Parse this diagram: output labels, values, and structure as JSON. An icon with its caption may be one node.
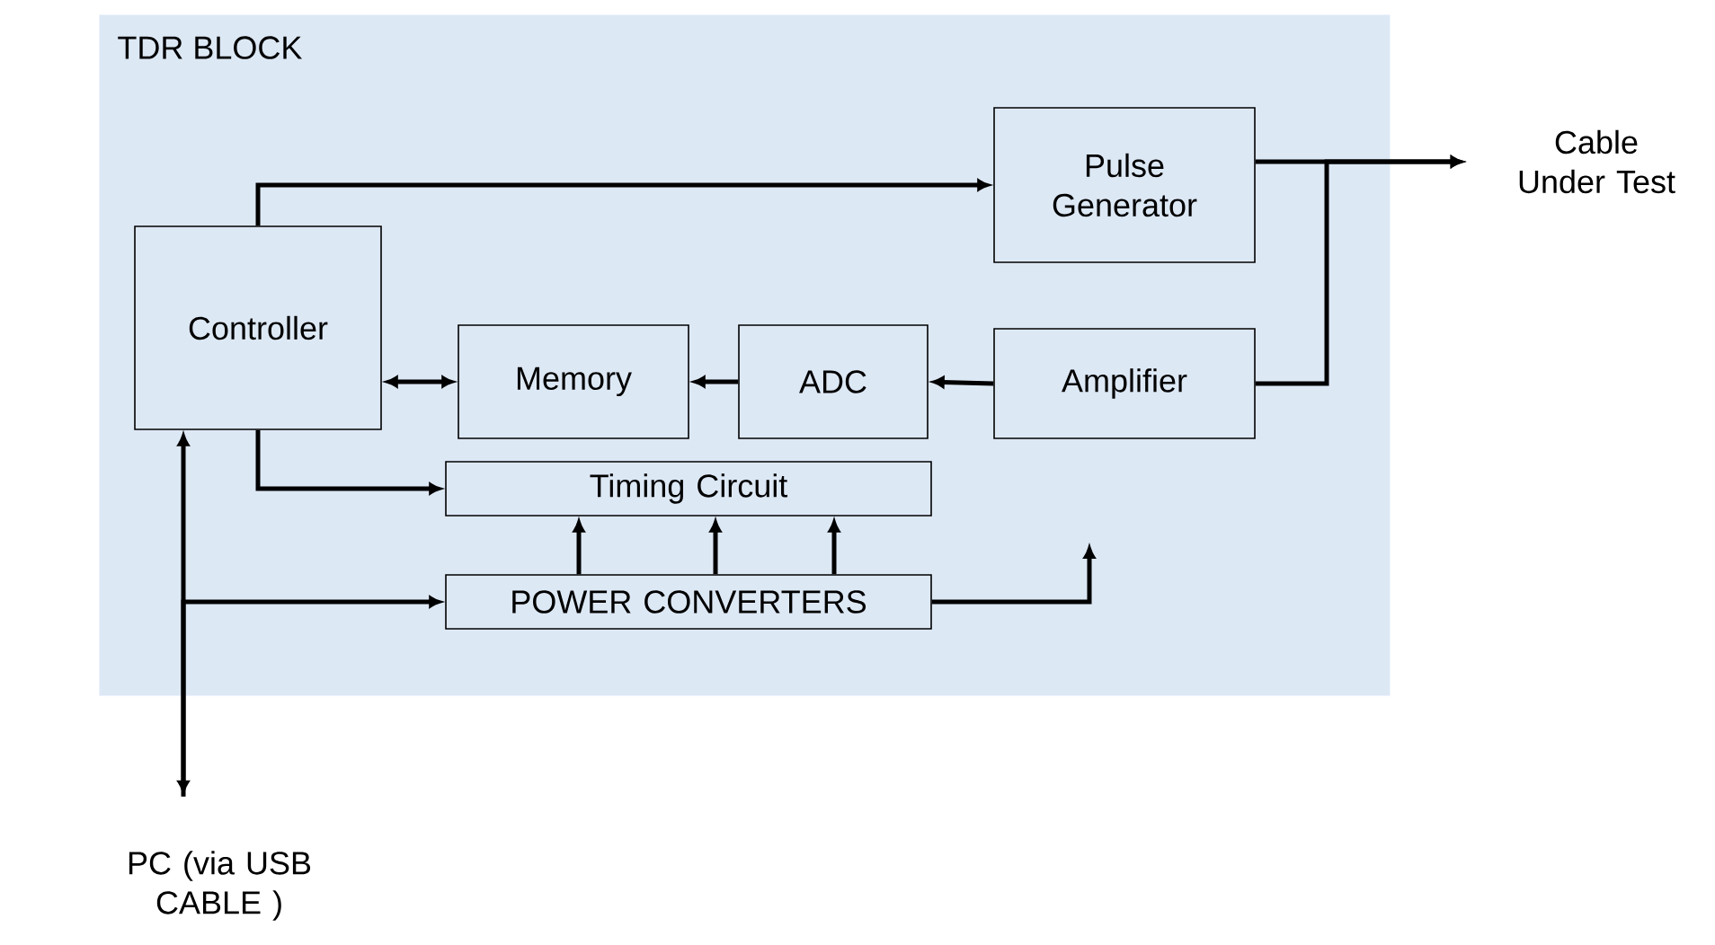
{
  "diagram": {
    "nodes": [
      {
        "text": [
          "TDR BLOCK"
        ]
      },
      {
        "text": [
          "Pulse Generator"
        ],
        "in": 0
      },
      {
        "text": [
          "Controller"
        ],
        "in": 0
      },
      {
        "text": [
          "Memory"
        ],
        "in": 0
      },
      {
        "text": [
          "ADC"
        ],
        "in": 0
      },
      {
        "text": [
          "Amplifier"
        ],
        "in": 0
      },
      {
        "text": [
          "Timing Circuit"
        ],
        "in": 0
      },
      {
        "text": [
          "POWER CONVERTERS"
        ],
        "in": 0
      },
      {
        "text": [
          "Cable Under Test"
        ]
      },
      {
        "text": [
          "PC (via USB CABLE )"
        ]
      }
    ],
    "edges": [
      {
        "from": 2,
        "to": 1,
        "arrow": "to"
      },
      {
        "from": 1,
        "to": 8,
        "arrow": "to"
      },
      {
        "from": 5,
        "to": 8,
        "arrow": "to"
      },
      {
        "from": 5,
        "to": 4,
        "arrow": "to"
      },
      {
        "from": 4,
        "to": 3,
        "arrow": "to"
      },
      {
        "from": 2,
        "to": 3,
        "arrow": "both"
      },
      {
        "from": 2,
        "to": 6,
        "arrow": "to"
      },
      {
        "from": 7,
        "to": 6,
        "arrow": "to"
      },
      {
        "from": 7,
        "to": 6,
        "arrow": "to"
      },
      {
        "from": 7,
        "to": 6,
        "arrow": "to"
      },
      {
        "from": 7,
        "to": null,
        "arrow": "to"
      },
      {
        "from": 9,
        "to": 2,
        "arrow": "both"
      },
      {
        "from": 9,
        "to": 7,
        "arrow": "to"
      }
    ]
  }
}
